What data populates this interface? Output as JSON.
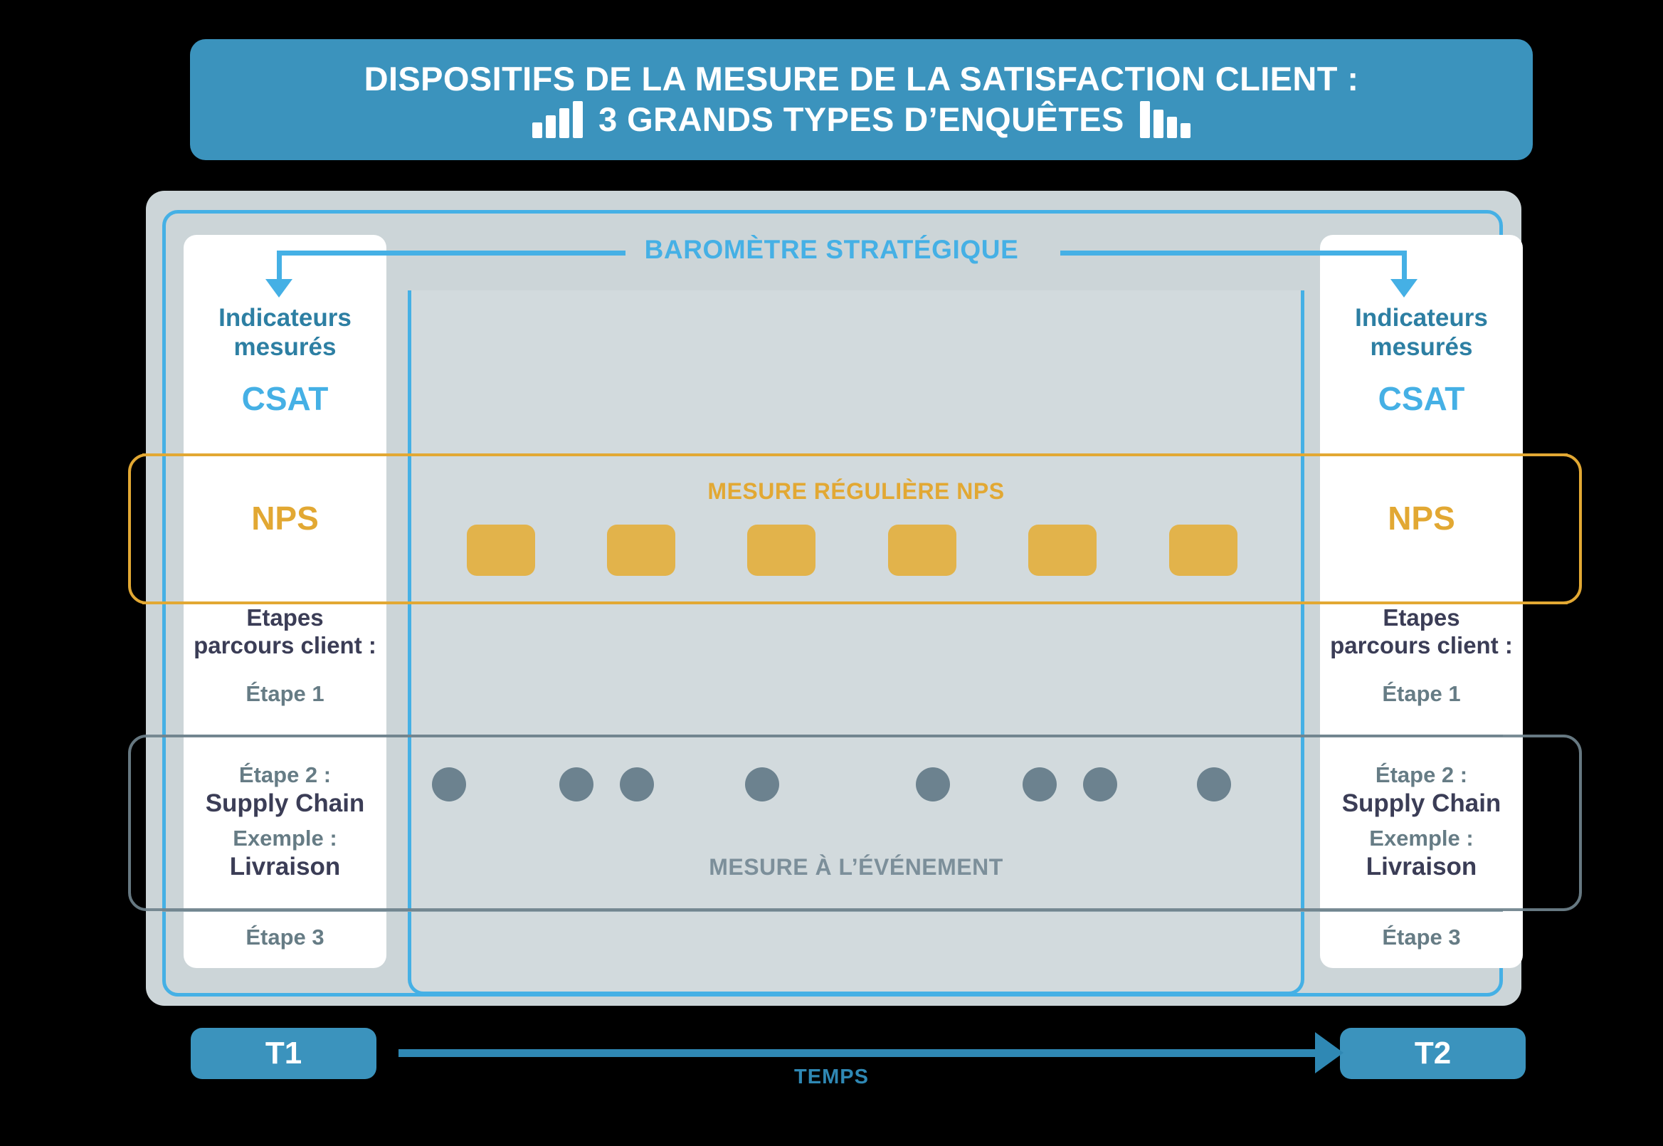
{
  "title": {
    "line1": "DISPOSITIFS DE LA MESURE DE LA SATISFACTION CLIENT :",
    "line2": "3 GRANDS TYPES D’ENQUÊTES",
    "icon_left": "bar-chart-ascending-icon",
    "icon_right": "bar-chart-descending-icon",
    "bg_color": "#3b93bd"
  },
  "barometre": {
    "label": "BAROMÈTRE STRATÉGIQUE",
    "color": "#45b0e5"
  },
  "columns": {
    "left": {
      "indicators_label": "Indicateurs\nmesurés",
      "indicators_line1": "Indicateurs",
      "indicators_line2": "mesurés",
      "csat": "CSAT",
      "nps": "NPS",
      "steps_title_line1": "Etapes",
      "steps_title_line2": "parcours client :",
      "etape1": "Étape 1",
      "etape2": "Étape 2 :",
      "etape2_value": "Supply Chain",
      "exemple": "Exemple :",
      "exemple_value": "Livraison",
      "etape3": "Étape 3"
    },
    "right": {
      "indicators_line1": "Indicateurs",
      "indicators_line2": "mesurés",
      "csat": "CSAT",
      "nps": "NPS",
      "steps_title_line1": "Etapes",
      "steps_title_line2": "parcours client :",
      "etape1": "Étape 1",
      "etape2": "Étape 2 :",
      "etape2_value": "Supply Chain",
      "exemple": "Exemple :",
      "exemple_value": "Livraison",
      "etape3": "Étape 3"
    }
  },
  "nps_band": {
    "title": "MESURE RÉGULIÈRE NPS",
    "color": "#e2a833",
    "marker_color": "#e2b34b",
    "marker_count": 6,
    "marker_x": [
      637,
      773,
      909,
      1045,
      1181,
      1317
    ]
  },
  "event_band": {
    "title": "MESURE À L’ÉVÉNEMENT",
    "color": "#6f828c",
    "dot_color": "#6c828f",
    "dot_count": 8,
    "dot_x": [
      607,
      786,
      871,
      1047,
      1287,
      1437,
      1522,
      1682
    ]
  },
  "timeline": {
    "t1": "T1",
    "t2": "T2",
    "label": "TEMPS",
    "color": "#2f88b4"
  },
  "colors": {
    "blue_accent": "#45b0e5",
    "blue_dark": "#3b93bd",
    "orange": "#e2a833",
    "grey_shell": "#ccd5d8",
    "grey_panel": "#d2dadd",
    "navy_text": "#3b3d56",
    "slate_text": "#667c85"
  }
}
